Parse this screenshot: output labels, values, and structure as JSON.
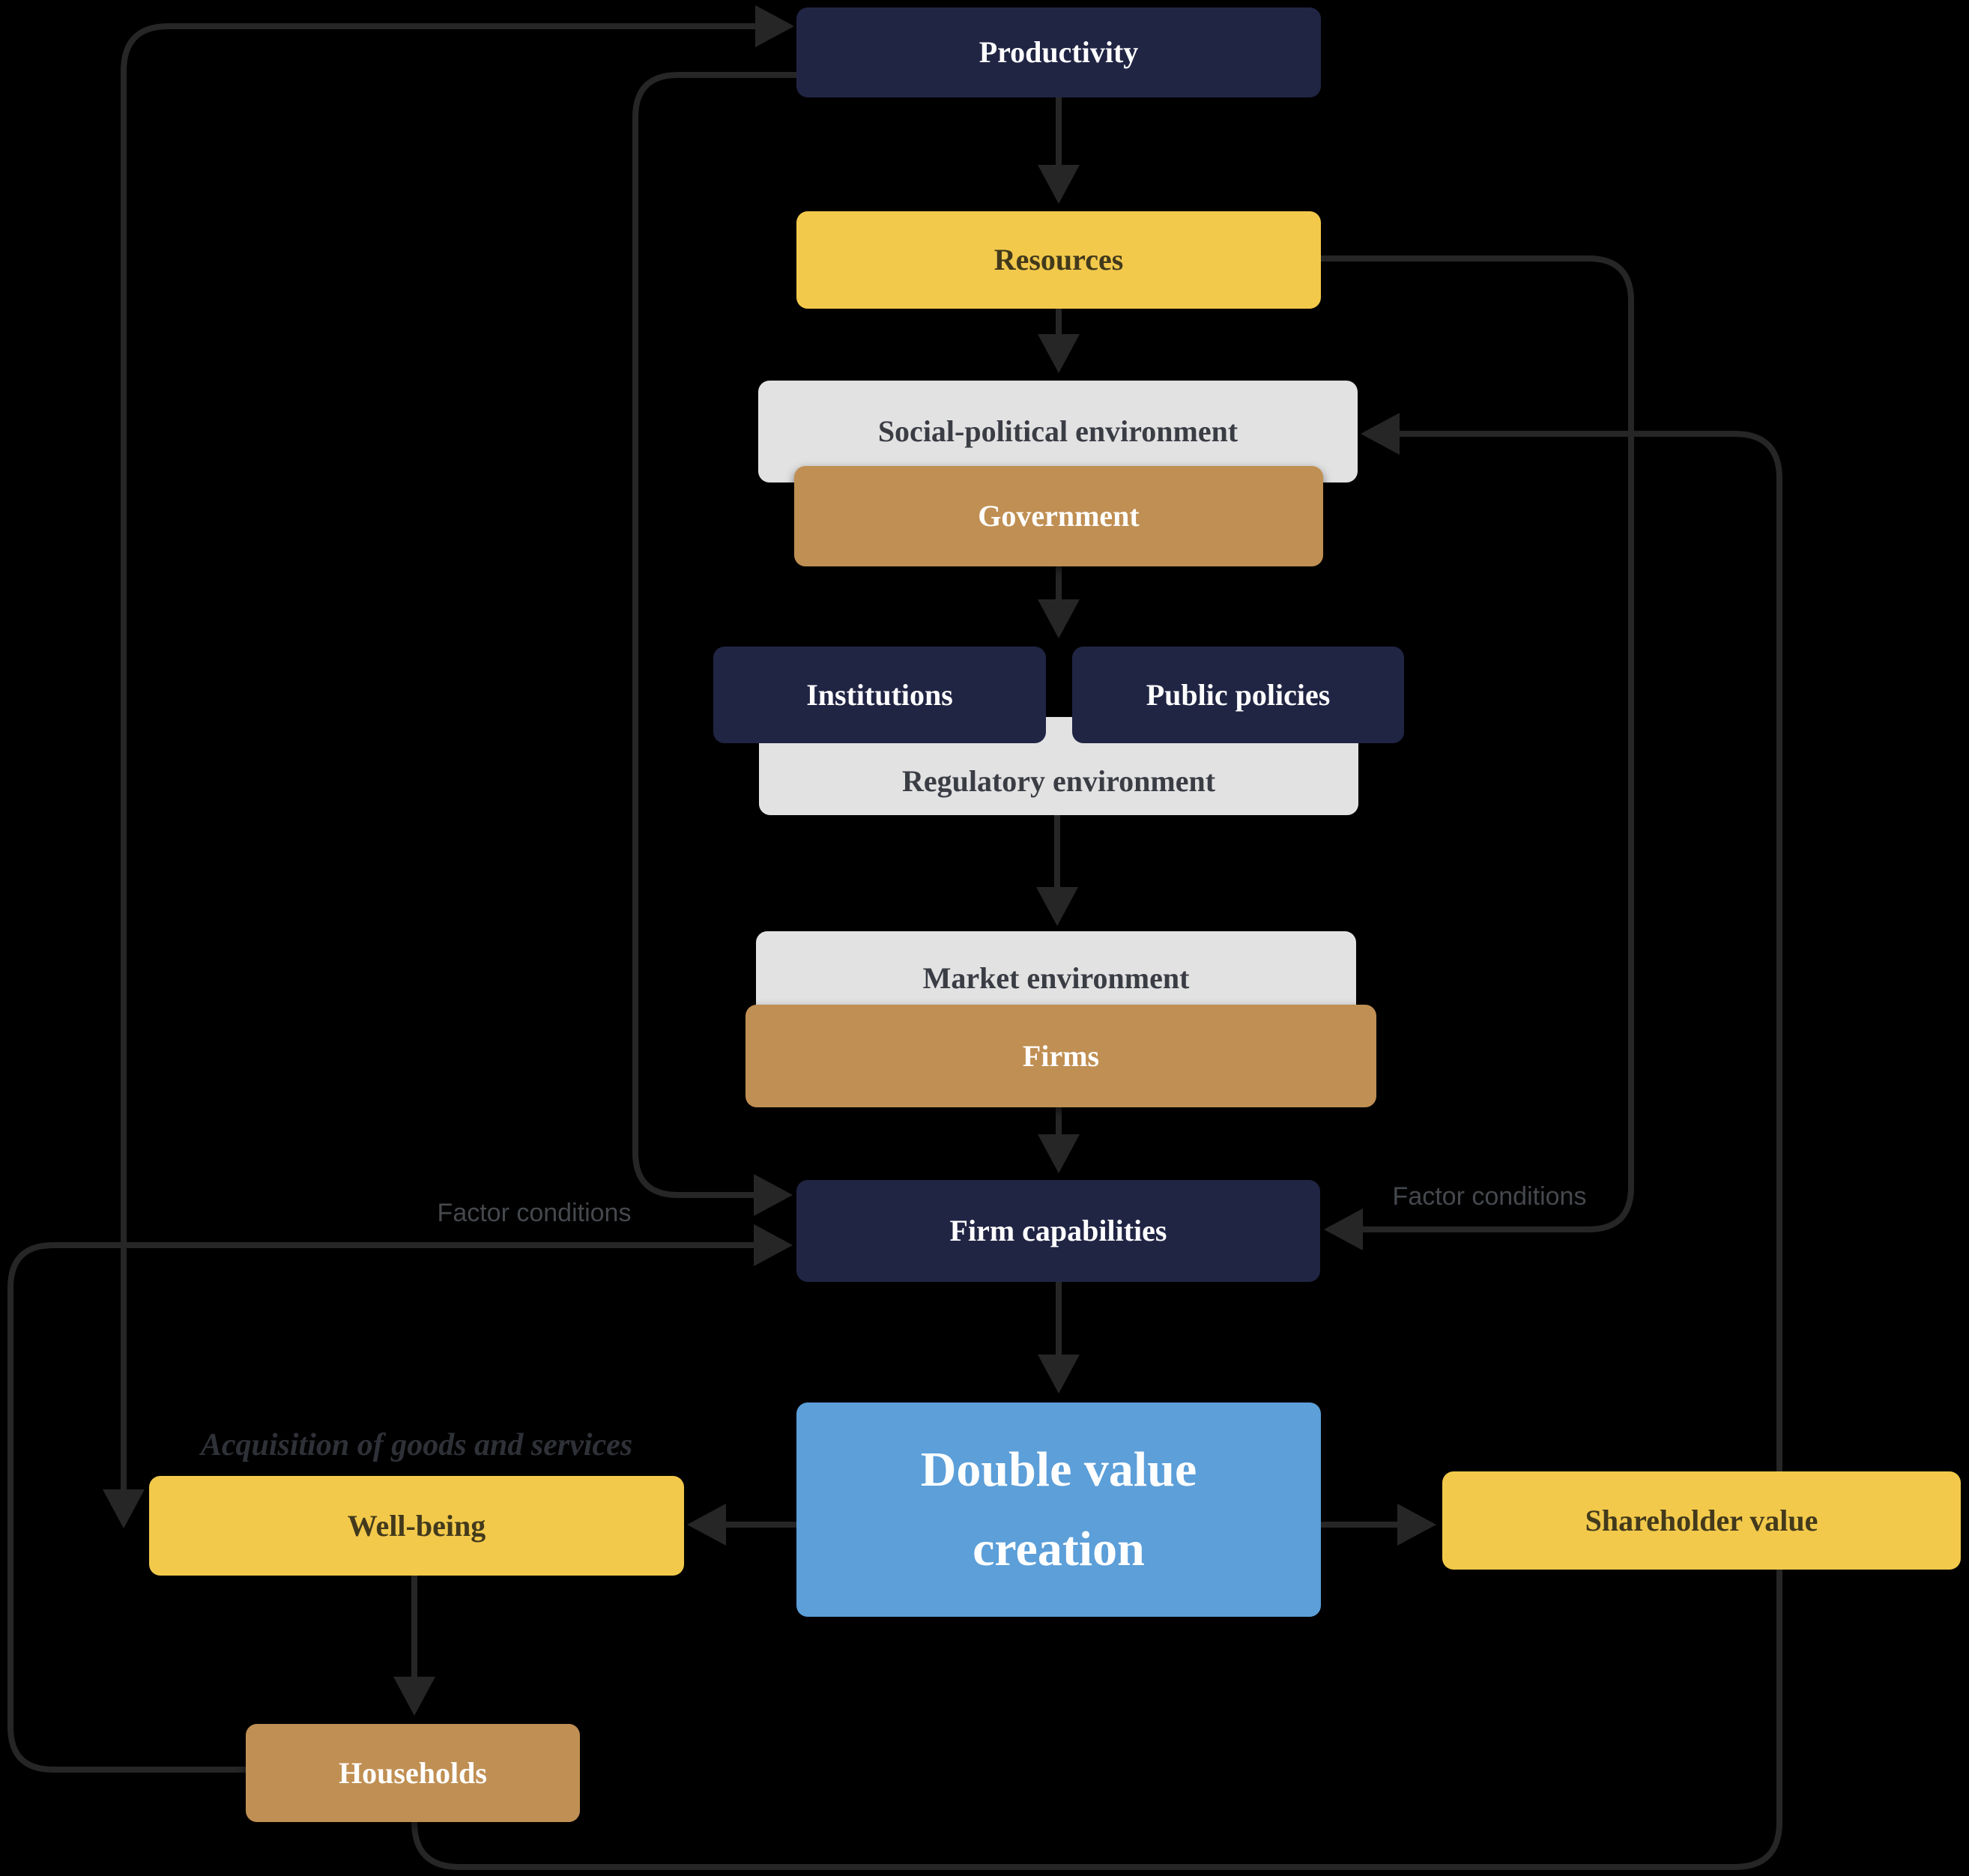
{
  "colors": {
    "background": "#000000",
    "navy": "#212544",
    "yellow": "#f2c94b",
    "gray": "#e2e2e3",
    "tan": "#c08f53",
    "blue": "#5c9fd9",
    "arrow": "#262626",
    "text_on_dark": "#ffffff",
    "text_on_yellow": "#433a1c",
    "text_on_gray": "#3b3d45",
    "label_gray": "#45484d",
    "label_dark": "#2f3138"
  },
  "nodes": {
    "productivity": {
      "label": "Productivity"
    },
    "resources": {
      "label": "Resources"
    },
    "social_political_environment": {
      "label": "Social-political environment"
    },
    "government": {
      "label": "Government"
    },
    "institutions": {
      "label": "Institutions"
    },
    "public_policies": {
      "label": "Public policies"
    },
    "regulatory_environment": {
      "label": "Regulatory environment"
    },
    "market_environment": {
      "label": "Market environment"
    },
    "firms": {
      "label": "Firms"
    },
    "firm_capabilities": {
      "label": "Firm capabilities"
    },
    "double_value_creation": {
      "label_line1": "Double value",
      "label_line2": "creation"
    },
    "well_being": {
      "label": "Well-being"
    },
    "shareholder_value": {
      "label": "Shareholder value"
    },
    "households": {
      "label": "Households"
    }
  },
  "annotations": {
    "factor_conditions_left": "Factor conditions",
    "factor_conditions_right": "Factor conditions",
    "acquisition": "Acquisition of goods and services"
  },
  "edges": [
    {
      "id": "wellbeing-productivity",
      "from": "well_being",
      "to": "productivity",
      "bidirectional": true
    },
    {
      "id": "productivity-firm-capabilities",
      "from": "productivity",
      "to": "firm_capabilities"
    },
    {
      "id": "households-firm-capabilities",
      "from": "households",
      "to": "firm_capabilities",
      "label": "Factor conditions"
    },
    {
      "id": "resources-firm-capabilities",
      "from": "resources",
      "to": "firm_capabilities",
      "label": "Factor conditions"
    },
    {
      "id": "households-social-political",
      "from": "households",
      "to": "social_political_environment"
    },
    {
      "id": "productivity-resources",
      "from": "productivity",
      "to": "resources"
    },
    {
      "id": "resources-social-political",
      "from": "resources",
      "to": "social_political_environment"
    },
    {
      "id": "government-regulatory",
      "from": "government",
      "to": "regulatory_environment"
    },
    {
      "id": "regulatory-market",
      "from": "regulatory_environment",
      "to": "market_environment"
    },
    {
      "id": "firms-firm-capabilities",
      "from": "firms",
      "to": "firm_capabilities"
    },
    {
      "id": "firm-capabilities-dvc",
      "from": "firm_capabilities",
      "to": "double_value_creation"
    },
    {
      "id": "dvc-wellbeing",
      "from": "double_value_creation",
      "to": "well_being",
      "label": "Acquisition of goods and services"
    },
    {
      "id": "dvc-shareholder",
      "from": "double_value_creation",
      "to": "shareholder_value"
    },
    {
      "id": "wellbeing-households",
      "from": "well_being",
      "to": "households"
    }
  ]
}
